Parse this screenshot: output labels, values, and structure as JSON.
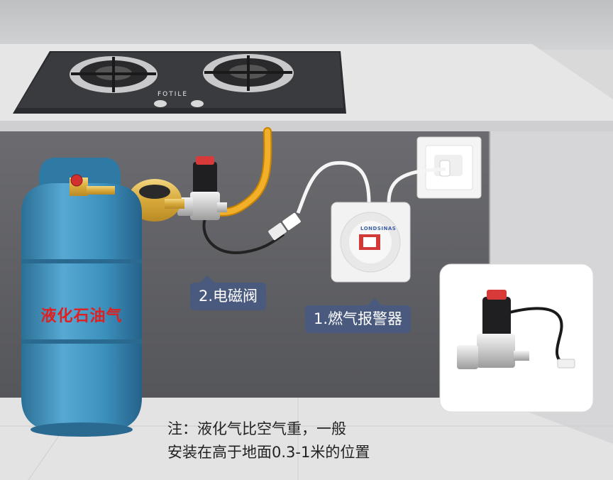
{
  "scene": {
    "stove_brand": "FOTILE",
    "alarm_brand": "LONDSINAS",
    "cylinder_label": "液化石油气"
  },
  "callouts": {
    "valve": "2.电磁阀",
    "alarm": "1.燃气报警器"
  },
  "note": {
    "line1": "注：液化气比空气重，一般",
    "line2": "安装在高于地面0.3-1米的位置"
  },
  "colors": {
    "callout_bg": "#4a5a7e",
    "cylinder_blue": "#3a8db8",
    "cylinder_label": "#e02020",
    "gas_hose": "#f0a818",
    "cabinet": "#5f5f63"
  }
}
